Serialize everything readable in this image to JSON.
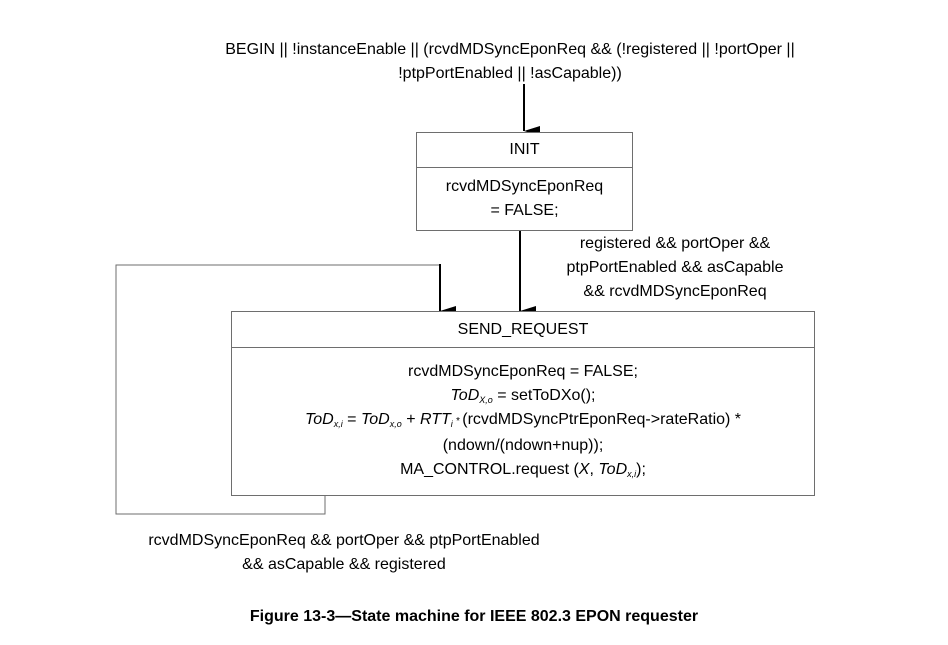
{
  "conditions": {
    "begin_line1": "BEGIN || !instanceEnable || (rcvdMDSyncEponReq && (!registered || !portOper ||",
    "begin_line2": "!ptpPortEnabled || !asCapable))",
    "to_send_line1": "registered && portOper &&",
    "to_send_line2": "ptpPortEnabled && asCapable",
    "to_send_line3": "&& rcvdMDSyncEponReq",
    "loop_line1": "rcvdMDSyncEponReq && portOper && ptpPortEnabled",
    "loop_line2": "&& asCapable && registered"
  },
  "states": {
    "init": {
      "name": "INIT",
      "action_line1": "rcvdMDSyncEponReq",
      "action_line2": "= FALSE;"
    },
    "send_request": {
      "name": "SEND_REQUEST",
      "line1": "rcvdMDSyncEponReq = FALSE;",
      "l2_var": "ToD",
      "l2_sub": "X,o",
      "l2_rest": " = setToDXo();",
      "l3_lhs": "ToD",
      "l3_lhs_sub": "x,i",
      "l3_eq": " = ",
      "l3_tod": "ToD",
      "l3_tod_sub": "x,o",
      "l3_plus": " + ",
      "l3_rtt": "RTT",
      "l3_rtt_sub": "i",
      "l3_star": " * ",
      "l3_rest": "(rcvdMDSyncPtrEponReq->rateRatio) *",
      "line4": "(ndown/(ndown+nup));",
      "l5_pre": "MA_CONTROL.request (",
      "l5_x": "X",
      "l5_comma": ", ",
      "l5_tod": "ToD",
      "l5_tod_sub": "x,i",
      "l5_post": ");"
    }
  },
  "caption": "Figure 13-3—State machine for IEEE 802.3 EPON requester"
}
